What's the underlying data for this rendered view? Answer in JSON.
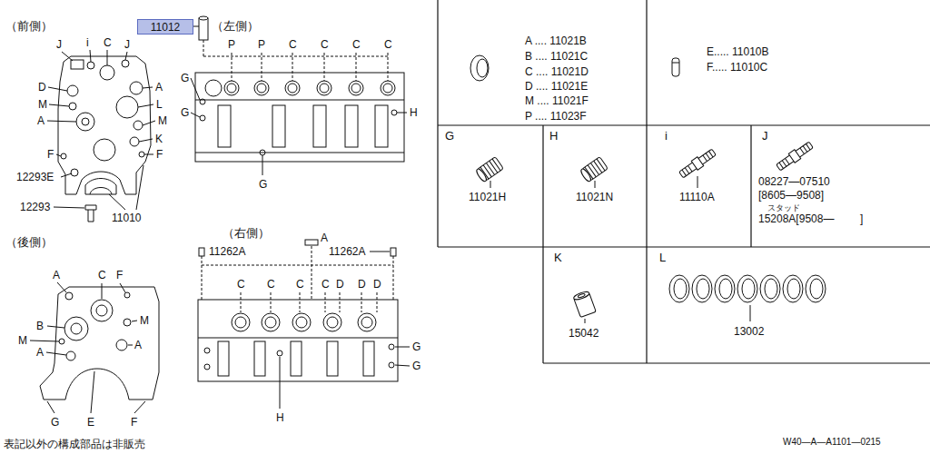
{
  "diagram": {
    "nodes": [
      {
        "text": [
          "11012"
        ]
      },
      {
        "text": [
          "A .... 11021B",
          "B .... 11021C",
          "C .... 11021D",
          "D .... 11021E",
          "M .... 11021F",
          "P .... 11023F"
        ]
      },
      {
        "text": [
          "E..... 11010B",
          "F..... 11010C"
        ]
      },
      {
        "text": [
          "G",
          "11021H"
        ]
      },
      {
        "text": [
          "H",
          "11021N"
        ]
      },
      {
        "text": [
          "i",
          "11110A"
        ]
      },
      {
        "text": [
          "J",
          "08227—07510",
          "[8605—9508]",
          "スタッド",
          "15208A[9508—",
          "]"
        ]
      },
      {
        "text": [
          "K",
          "15042"
        ]
      },
      {
        "text": [
          "L",
          "13002"
        ]
      }
    ],
    "labels": [
      "（前側）",
      "J",
      "i",
      "C",
      "J",
      "D",
      "A",
      "M",
      "L",
      "A",
      "M",
      "K",
      "F",
      "F",
      "12293E",
      "12293",
      "11010",
      "（左側）",
      "P",
      "P",
      "C",
      "C",
      "C",
      "C",
      "G",
      "G",
      "G",
      "H",
      "（右側）",
      "A",
      "11262A",
      "11262A",
      "C",
      "C",
      "C",
      "C",
      "D",
      "D",
      "D",
      "G",
      "G",
      "H",
      "（後側）",
      "A",
      "C",
      "F",
      "B",
      "M",
      "M",
      "A",
      "A",
      "G",
      "E",
      "F",
      "表記以外の構成部品は非販売",
      "W40—A—A1101—0215"
    ]
  }
}
